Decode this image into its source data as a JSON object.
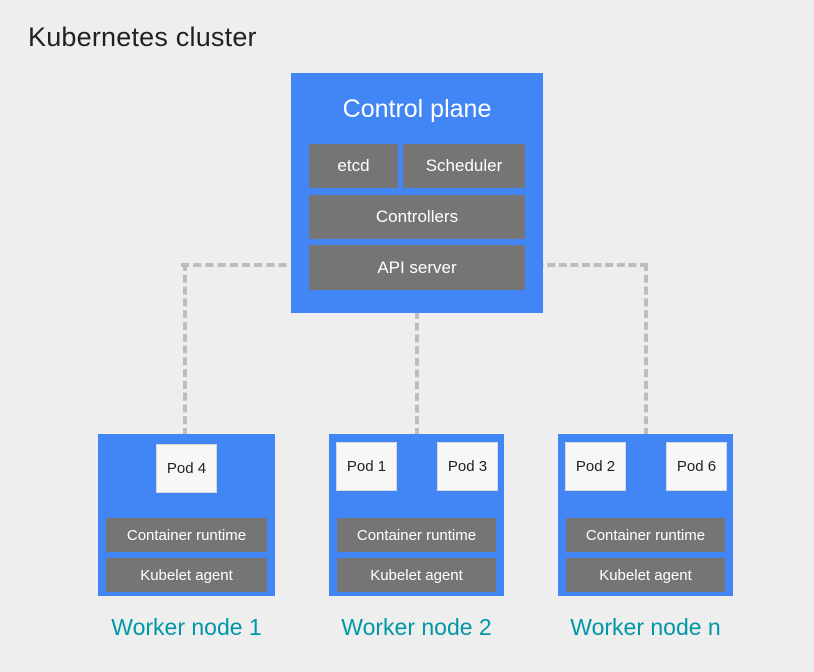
{
  "title": "Kubernetes cluster",
  "colors": {
    "background": "#eeeeee",
    "node_blue": "#4285f4",
    "component_gray": "#757575",
    "pod_white": "#f7f7f7",
    "label_teal": "#0097a7",
    "connector_gray": "#bdbdbd",
    "title_black": "#202124"
  },
  "control_plane": {
    "title": "Control plane",
    "components": [
      {
        "label": "etcd"
      },
      {
        "label": "Scheduler"
      },
      {
        "label": "Controllers"
      },
      {
        "label": "API server"
      }
    ]
  },
  "worker_nodes": [
    {
      "label": "Worker node 1",
      "pods": [
        {
          "label": "Pod 4"
        }
      ],
      "bars": [
        {
          "label": "Container runtime"
        },
        {
          "label": "Kubelet agent"
        }
      ]
    },
    {
      "label": "Worker node 2",
      "pods": [
        {
          "label": "Pod 1"
        },
        {
          "label": "Pod 3"
        }
      ],
      "bars": [
        {
          "label": "Container runtime"
        },
        {
          "label": "Kubelet agent"
        }
      ]
    },
    {
      "label": "Worker node n",
      "pods": [
        {
          "label": "Pod 2"
        },
        {
          "label": "Pod 6"
        }
      ],
      "bars": [
        {
          "label": "Container runtime"
        },
        {
          "label": "Kubelet agent"
        }
      ]
    }
  ]
}
